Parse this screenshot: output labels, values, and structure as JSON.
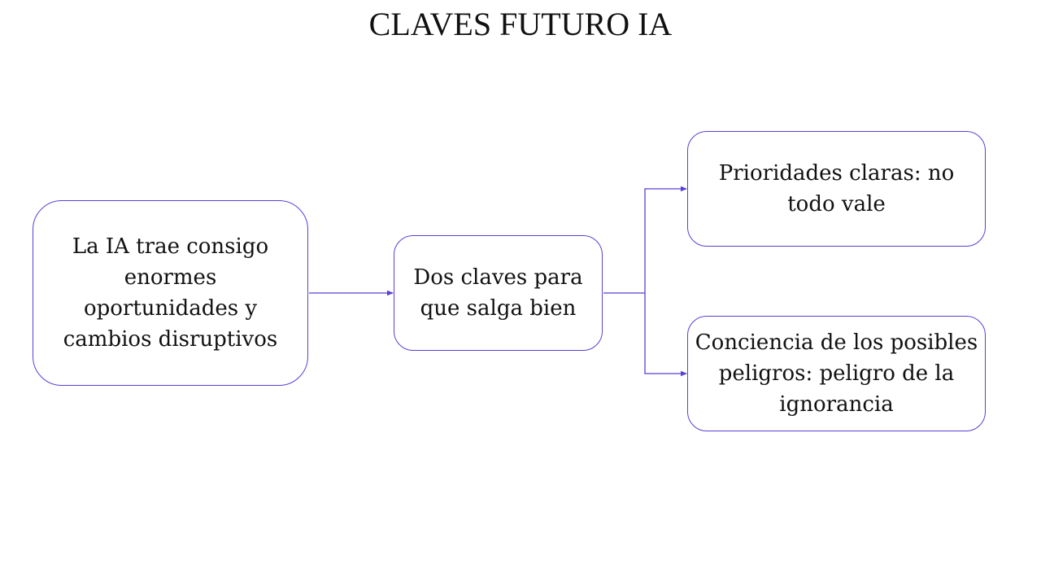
{
  "title": "CLAVES FUTURO IA",
  "colors": {
    "border": "#5b3fd6",
    "connector": "#5b3fd6",
    "text": "#111111",
    "background": "#ffffff"
  },
  "nodes": {
    "start": "La IA trae consigo enormes oportunidades y cambios disruptivos",
    "middle": "Dos claves para que salga bien",
    "top": "Prioridades claras: no todo vale",
    "bottom": "Conciencia de los posibles peligros: peligro de la ignorancia"
  },
  "edges": [
    {
      "from": "start",
      "to": "middle"
    },
    {
      "from": "middle",
      "to": "top"
    },
    {
      "from": "middle",
      "to": "bottom"
    }
  ]
}
